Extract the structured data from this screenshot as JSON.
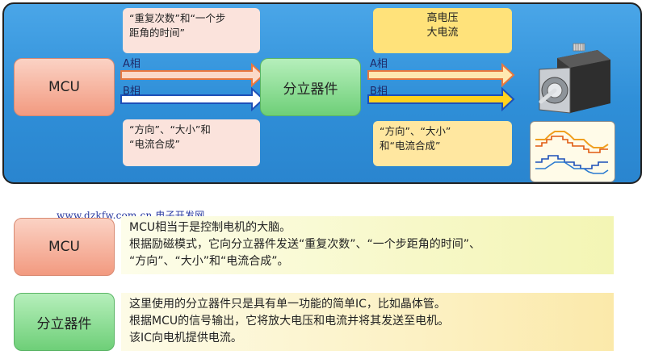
{
  "top_diagram": {
    "mcu_label": "MCU",
    "split_label": "分立器件",
    "note_pink_top": [
      "“重复次数”和“一个步",
      "距角的时间”"
    ],
    "note_pink_bottom": [
      "“方向”、“大小”和",
      "“电流合成”"
    ],
    "note_yellow_top": [
      "高电压",
      "大电流"
    ],
    "note_yellow_bottom": [
      "“方向”、“大小”",
      "和“电流合成”"
    ],
    "phase_a": "A相",
    "phase_b": "B相",
    "arrow_colors": {
      "a_phase": "#f08a55",
      "b_phase": "#1d4fb8",
      "output_a": "#ffe8b0",
      "output_b": "#ffd21e"
    }
  },
  "watermark": {
    "url": "www.dzkfw.com.cn",
    "name": "电子开发网"
  },
  "legend": {
    "mcu": {
      "label": "MCU",
      "lines": [
        "MCU相当于是控制电机的大脑。",
        "根据励磁模式，它向分立器件发送“重复次数”、“一个步距角的时间”、",
        "“方向”、“大小”和“电流合成”。"
      ]
    },
    "split": {
      "label": "分立器件",
      "lines": [
        "这里使用的分立器件只是具有单一功能的简单IC，比如晶体管。",
        "根据MCU的信号输出，它将放大电压和电流并将其发送至电机。",
        "该IC向电机提供电流。"
      ]
    }
  },
  "icons": [
    "stepper-motor-icon",
    "waveform-icon"
  ]
}
